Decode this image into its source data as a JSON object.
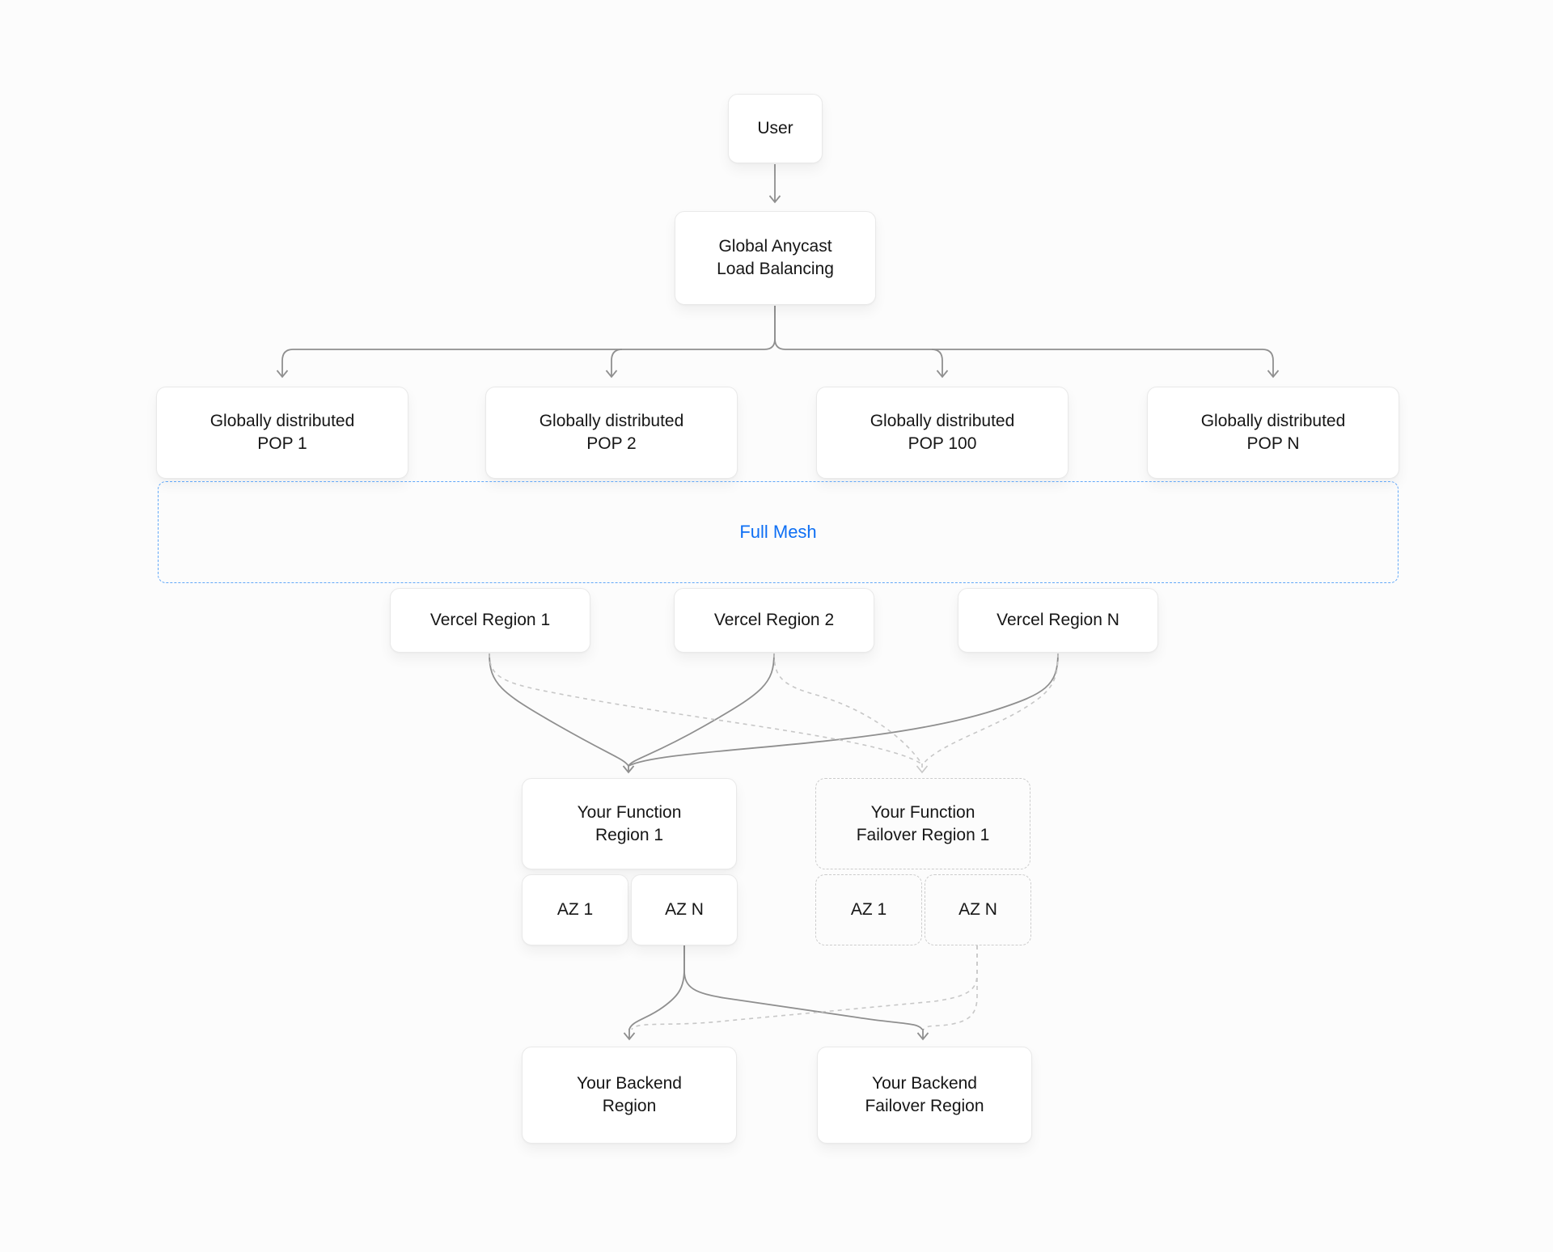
{
  "diagram": {
    "nodes": {
      "user": {
        "label": "User"
      },
      "load_balancer": {
        "line1": "Global Anycast",
        "line2": "Load Balancing"
      },
      "pop1": {
        "line1": "Globally distributed",
        "line2": "POP 1"
      },
      "pop2": {
        "line1": "Globally distributed",
        "line2": "POP 2"
      },
      "pop100": {
        "line1": "Globally distributed",
        "line2": "POP 100"
      },
      "popN": {
        "line1": "Globally distributed",
        "line2": "POP N"
      },
      "full_mesh": {
        "label": "Full Mesh"
      },
      "vercel_region_1": {
        "label": "Vercel Region 1"
      },
      "vercel_region_2": {
        "label": "Vercel Region 2"
      },
      "vercel_region_n": {
        "label": "Vercel Region N"
      },
      "function_region_1": {
        "line1": "Your Function",
        "line2": "Region 1"
      },
      "function_failover_region_1": {
        "line1": "Your Function",
        "line2": "Failover Region 1"
      },
      "function_region_az1": {
        "label": "AZ 1"
      },
      "function_region_azn": {
        "label": "AZ N"
      },
      "failover_region_az1": {
        "label": "AZ 1"
      },
      "failover_region_azn": {
        "label": "AZ N"
      },
      "backend_region": {
        "line1": "Your Backend",
        "line2": "Region"
      },
      "backend_failover_region": {
        "line1": "Your Backend",
        "line2": "Failover Region"
      }
    },
    "colors": {
      "background": "#fcfcfc",
      "text": "#161616",
      "accent_blue": "#0e6ff4",
      "connector": "#8f8f8f",
      "connector_muted": "#c7c7c7",
      "node_border": "#e9e9e9",
      "node_border_dashed": "#cccccc",
      "mesh_border": "#62a8f8"
    }
  }
}
